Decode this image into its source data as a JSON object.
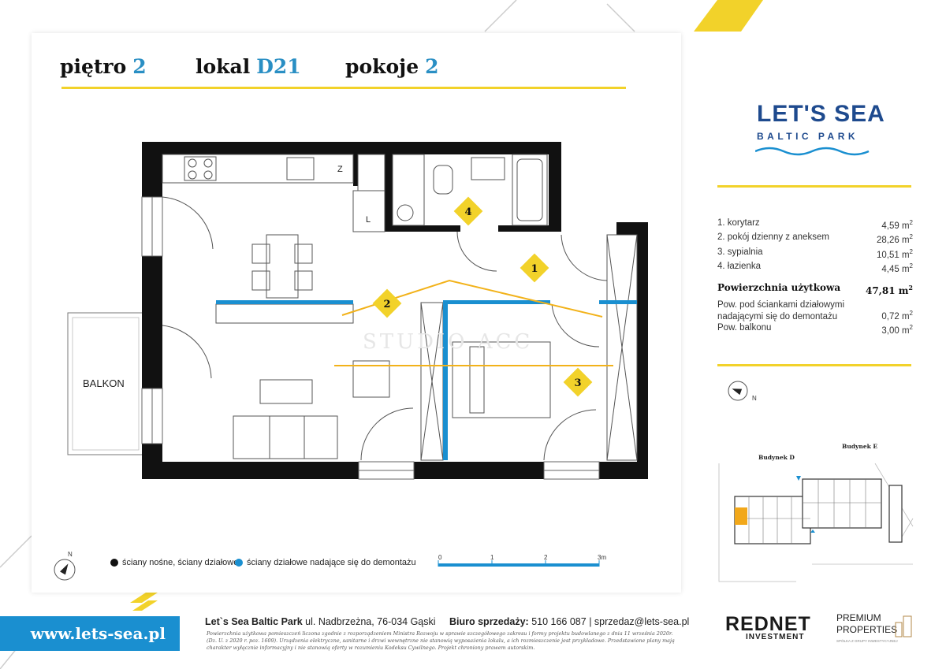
{
  "header": {
    "floor_label": "piętro",
    "floor_value": "2",
    "unit_label": "lokal",
    "unit_value": "D21",
    "rooms_label": "pokoje",
    "rooms_value": "2"
  },
  "logo": {
    "title": "LET'S SEA",
    "subtitle": "BALTIC PARK"
  },
  "areas": [
    {
      "label": "1. korytarz",
      "value": "4,59 m",
      "sup": "2"
    },
    {
      "label": "2. pokój dzienny z aneksem",
      "value": "28,26 m",
      "sup": "2"
    },
    {
      "label": "3. sypialnia",
      "value": "10,51 m",
      "sup": "2"
    },
    {
      "label": "4. łazienka",
      "value": "4,45 m",
      "sup": "2"
    }
  ],
  "total": {
    "label": "Powierzchnia użytkowa",
    "value": "47,81 m",
    "sup": "2"
  },
  "extra": [
    {
      "label_line1": "Pow. pod ściankami działowymi",
      "label_line2": "nadającymi się do demontażu",
      "value": "0,72 m",
      "sup": "2"
    },
    {
      "label_line1": "Pow. balkonu",
      "label_line2": "",
      "value": "3,00 m",
      "sup": "2"
    }
  ],
  "plan": {
    "balcony_label": "BALKON",
    "fridge_label": "Z",
    "wardrobe_label": "L",
    "room_numbers": [
      "1",
      "2",
      "3",
      "4"
    ],
    "watermark": "STUDIO ACC"
  },
  "site": {
    "building_d": "Budynek D",
    "building_e": "Budynek E"
  },
  "legend": {
    "load_bearing": "ściany nośne, ściany działowe",
    "removable": "ściany działowe nadające się do demontażu"
  },
  "scale": {
    "ticks": [
      "0",
      "1",
      "2",
      "3m"
    ]
  },
  "compass": {
    "north": "N"
  },
  "footer": {
    "url": "www.lets-sea.pl",
    "project_name": "Let`s Sea Baltic Park",
    "address": "ul. Nadbrzeżna, 76-034 Gąski",
    "sales_label": "Biuro sprzedaży:",
    "sales_phone": "510 166 087",
    "sales_email": "sprzedaz@lets-sea.pl",
    "disclaimer": "Powierzchnia użytkowa pomieszczeń liczona zgodnie z rozporządzeniem Ministra Rozwoju w sprawie szczegółowego zakresu i formy projektu budowlanego z dnia 11 września 2020r. (Dz. U. z 2020 r. poz. 1609). Urządzenia elektryczne, sanitarne i drzwi wewnętrzne nie stanowią wyposażenia lokalu, a ich rozmieszczenie jest przykładowe. Przedstawione plany mają charakter wyłącznie informacyjny i nie stanowią oferty w rozumieniu Kodeksu Cywilnego. Projekt chroniony prawem autorskim."
  },
  "partners": {
    "rednet": "REDNET",
    "rednet_sub": "INVESTMENT",
    "premium_line1": "PREMIUM",
    "premium_line2": "PROPERTIES",
    "premium_sub": "SPÓŁKA Z GRUPY INWESTYCYJNEJ"
  },
  "colors": {
    "accent_yellow": "#f2d22a",
    "accent_blue": "#1a8fd0",
    "wall": "#111111",
    "brand_blue": "#1e4a8e"
  }
}
